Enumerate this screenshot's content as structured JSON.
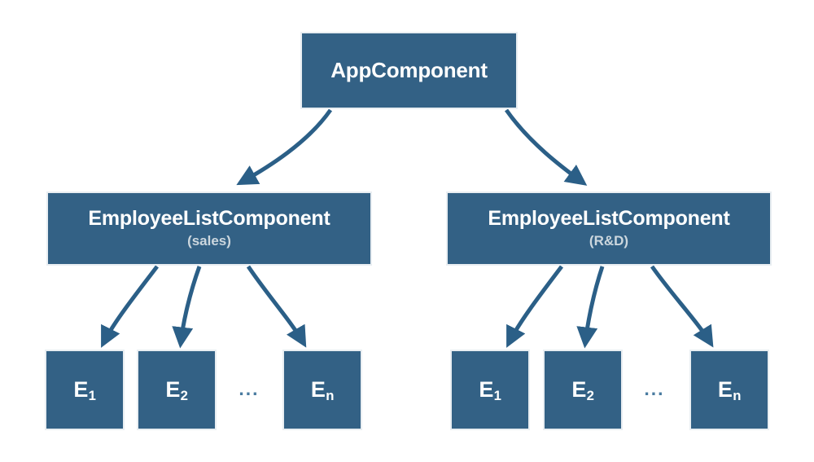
{
  "diagram": {
    "type": "component-hierarchy-tree",
    "background_color": "#ffffff",
    "node_fill_color": "#336185",
    "node_border_color": "#e9eef2",
    "edge_color": "#2b5f87",
    "title_text_color": "#ffffff",
    "subtitle_text_color": "#ccd7de"
  },
  "root": {
    "title": "AppComponent"
  },
  "branches": [
    {
      "id": "sales",
      "title": "EmployeeListComponent",
      "subtitle": "(sales)",
      "leaves": [
        {
          "base": "E",
          "sub": "1"
        },
        {
          "base": "E",
          "sub": "2"
        },
        {
          "base": "E",
          "sub": "n"
        }
      ],
      "ellipsis": "..."
    },
    {
      "id": "rd",
      "title": "EmployeeListComponent",
      "subtitle": "(R&D)",
      "leaves": [
        {
          "base": "E",
          "sub": "1"
        },
        {
          "base": "E",
          "sub": "2"
        },
        {
          "base": "E",
          "sub": "n"
        }
      ],
      "ellipsis": "..."
    }
  ]
}
